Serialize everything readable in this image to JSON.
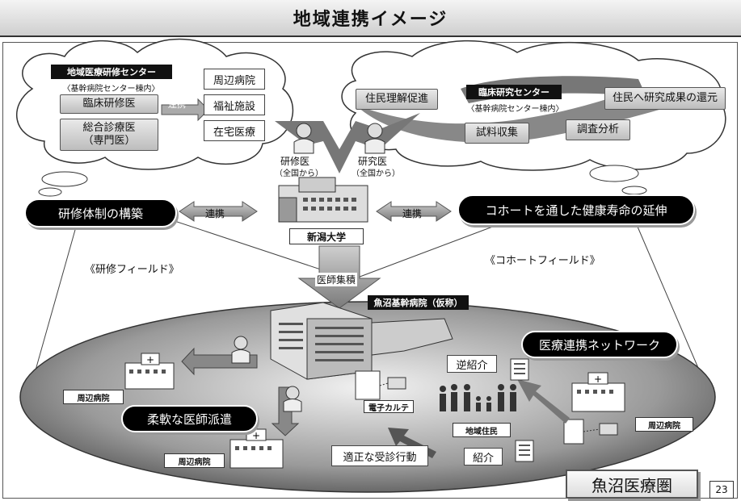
{
  "title": "地域連携イメージ",
  "page_number": "23",
  "left_cloud": {
    "center_name": "地域医療研修センター",
    "center_location": "〈基幹病院センター棟内〉",
    "resident": "臨床研修医",
    "general": "総合診療医\n（専門医）",
    "link_label": "連携",
    "facilities": [
      "周辺病院",
      "福祉施設",
      "在宅医療"
    ]
  },
  "right_cloud": {
    "center_name": "臨床研究センター",
    "center_location": "〈基幹病院センター棟内〉",
    "promote": "住民理解促進",
    "return": "住民へ研究成果の還元",
    "sample": "試料収集",
    "survey": "調査分析"
  },
  "doctors": {
    "trainee": "研修医",
    "trainee_from": "（全国から）",
    "researcher": "研究医",
    "researcher_from": "（全国から）"
  },
  "left_pill": "研修体制の構築",
  "right_pill": "コホートを通した健康寿命の延伸",
  "left_link": "連携",
  "right_link": "連携",
  "university": "新潟大学",
  "training_field": "《研修フィールド》",
  "cohort_field": "《コホートフィールド》",
  "gather_label": "医師集積",
  "main_hospital": "魚沼基幹病院（仮称）",
  "network_pill": "医療連携ネットワーク",
  "dispatch_pill": "柔軟な医師派遣",
  "reverse_referral": "逆紹介",
  "referral": "紹介",
  "consult": "適正な受診行動",
  "emr": "電子カルテ",
  "residents": "地域住民",
  "hospital_left": "周辺病院",
  "hospital_bottom": "周辺病院",
  "hospital_right": "周辺病院",
  "area_badge": "魚沼医療圏"
}
